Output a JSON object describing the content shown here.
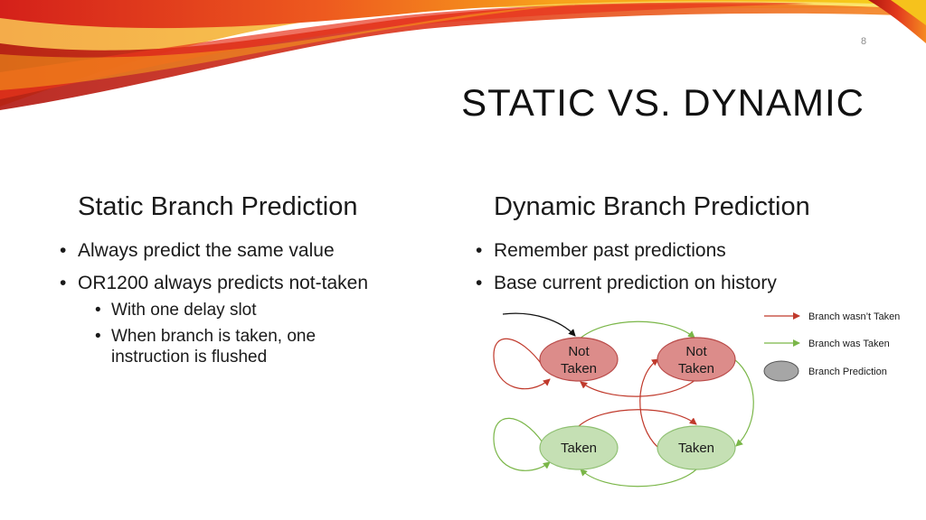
{
  "slide": {
    "page_number": "8",
    "title": "STATIC VS. DYNAMIC",
    "accent_colors": [
      "#e52b1e",
      "#f7a21b",
      "#f5d51c"
    ]
  },
  "left": {
    "heading": "Static Branch Prediction",
    "bullets": [
      "Always predict the same value",
      "OR1200 always predicts not-taken"
    ],
    "sub_bullets": [
      "With one delay slot",
      "When branch is taken, one",
      "instruction is flushed"
    ]
  },
  "right": {
    "heading": "Dynamic Branch Prediction",
    "bullets": [
      "Remember past predictions",
      "Base current prediction on history"
    ]
  },
  "diagram": {
    "nodes": [
      {
        "line1": "Not",
        "line2": "Taken",
        "fill": "#dc8c8a",
        "stroke": "#b94a48"
      },
      {
        "line1": "Not",
        "line2": "Taken",
        "fill": "#dc8c8a",
        "stroke": "#b94a48"
      },
      {
        "line1": "Taken",
        "fill": "#c5e0b4",
        "stroke": "#8fc072"
      },
      {
        "line1": "Taken",
        "fill": "#c5e0b4",
        "stroke": "#8fc072"
      }
    ],
    "legend": [
      {
        "label": "Branch wasn’t Taken",
        "color": "#c0392b"
      },
      {
        "label": "Branch was Taken",
        "color": "#7ab648"
      },
      {
        "label": "Branch Prediction",
        "color": "#a6a6a6"
      }
    ]
  }
}
